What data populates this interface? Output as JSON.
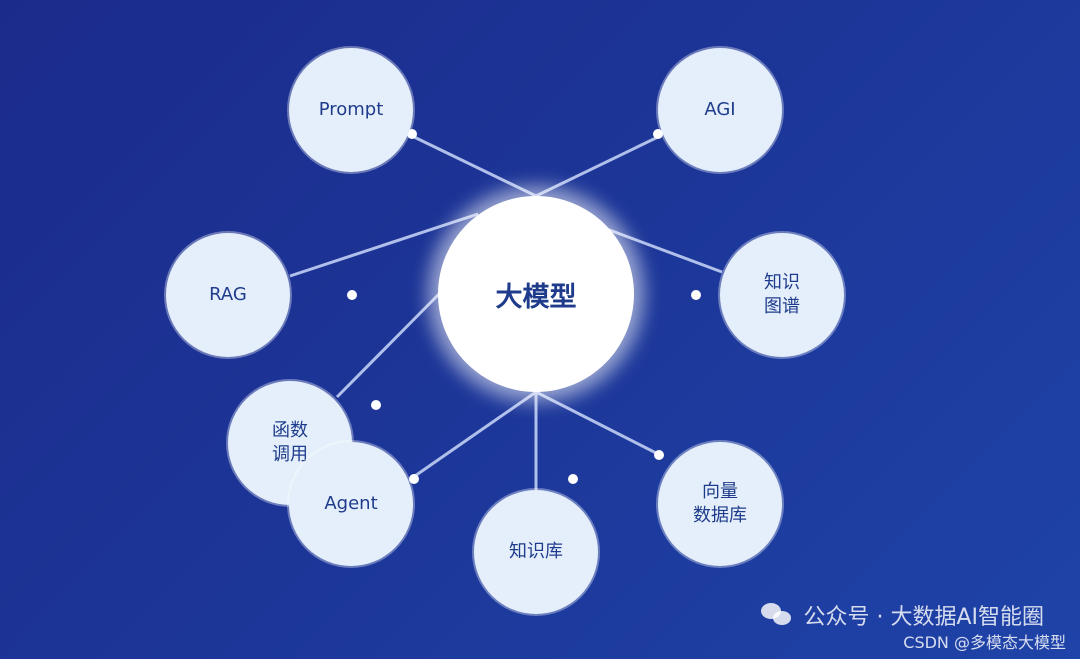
{
  "diagram": {
    "center": "大模型",
    "nodes": {
      "prompt": "Prompt",
      "agi": "AGI",
      "rag": "RAG",
      "knowledge_graph": "知识\n图谱",
      "function_call": "函数\n调用",
      "agent": "Agent",
      "knowledge_base": "知识库",
      "vector_db": "向量\n数据库"
    }
  },
  "watermark": {
    "wechat_text": "公众号 · 大数据AI智能圈",
    "csdn_text": "CSDN @多模态大模型"
  }
}
